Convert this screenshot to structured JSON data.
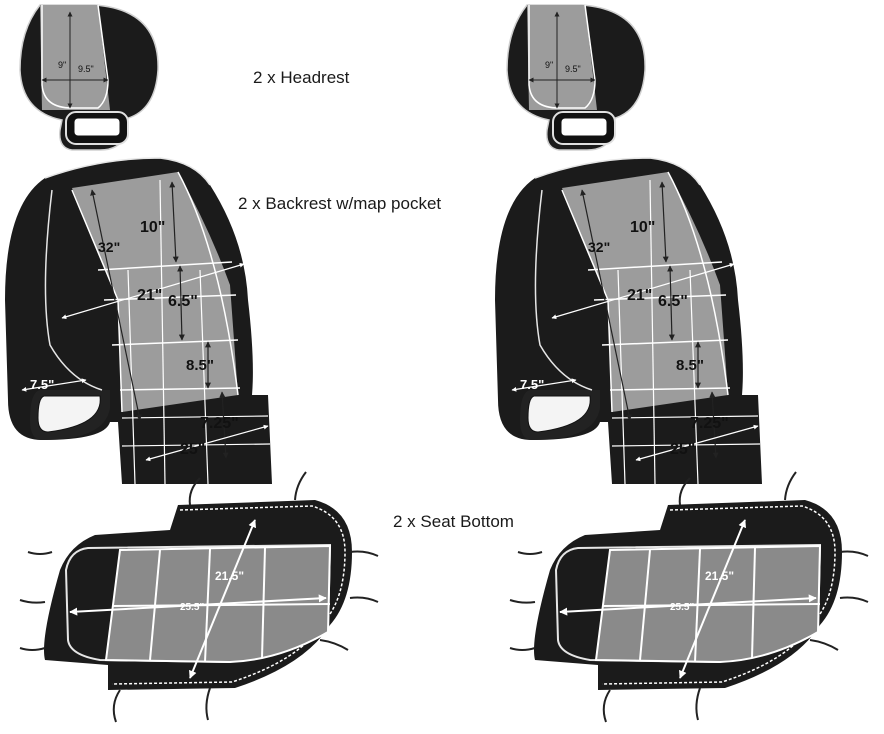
{
  "labels": {
    "headrest": "2 x Headrest",
    "backrest": "2 x Backrest w/map pocket",
    "seat_bottom": "2 x Seat Bottom"
  },
  "dimensions": {
    "headrest": {
      "height": "9\"",
      "width": "9.5\""
    },
    "backrest": {
      "length": "32\"",
      "top_panel": "10\"",
      "width": "21\"",
      "mid_panel": "6.5\"",
      "lower_panel": "8.5\"",
      "bottom_panel": "7.25\"",
      "bottom_width": "25\"",
      "side": "7.5\""
    },
    "seat_bottom": {
      "depth": "21.5\"",
      "width": "25.5\""
    }
  },
  "colors": {
    "outer": "#1b1b1b",
    "insert": "#9c9c9c",
    "seat_insert": "#8a8a8a",
    "stitch": "#ffffff",
    "dim_line": "#222222"
  }
}
